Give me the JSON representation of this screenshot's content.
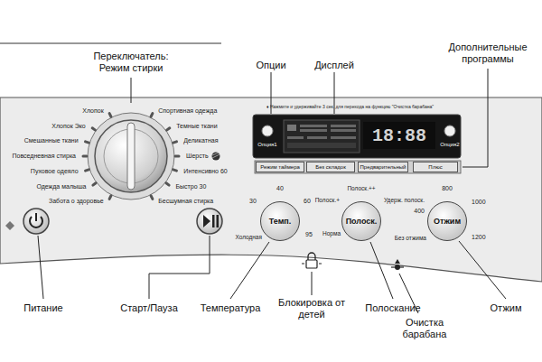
{
  "diagram": {
    "nodes": [
      {
        "text": [
          "18:88"
        ]
      },
      {
        "text": [
          "Режим таймера"
        ]
      },
      {
        "text": [
          "Без складок"
        ]
      },
      {
        "text": [
          "Предварительный"
        ]
      },
      {
        "text": [
          "Плюс"
        ]
      },
      {
        "text": [
          "Темп."
        ]
      },
      {
        "text": [
          "Полоск."
        ]
      },
      {
        "text": [
          "Отжим"
        ]
      }
    ],
    "labels": [
      "Переключатель: Режим стирки",
      "Опции",
      "Дисплей",
      "Дополнительные программы",
      "Хлопок",
      "Хлопок Эко",
      "Смешанные ткани",
      "Повседневная стирка",
      "Пуховое одеяло",
      "Одежда малыша",
      "Забота о здоровье",
      "Спортивная одежда",
      "Темные ткани",
      "Деликатная",
      "Шерсть",
      "Интенсивно 60",
      "Быстро 30",
      "Бесшумная стирка",
      "♦ Нажмите и удерживайте 3 сек. для перехода на функцию \"Очистка барабана\"",
      "Опция1",
      "Опция2",
      "30",
      "40",
      "60",
      "95",
      "Холодная",
      "Полоск.++",
      "Полоск.+",
      "Норма",
      "Удерж. полоск.",
      "400",
      "800",
      "1000",
      "1200",
      "Без отжима",
      "Питание",
      "Старт/Пауза",
      "Температура",
      "Блокировка от детей",
      "Полоскание",
      "Очистка барабана",
      "Отжим"
    ]
  }
}
